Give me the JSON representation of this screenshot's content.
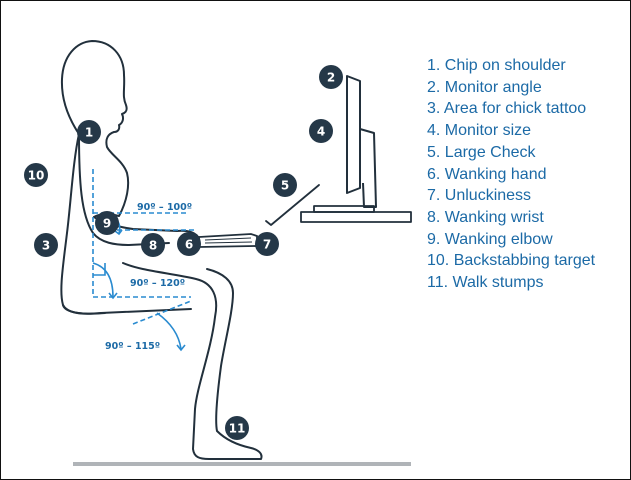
{
  "legend": [
    "1. Chip on shoulder",
    "2. Monitor angle",
    "3. Area for chick tattoo",
    "4. Monitor size",
    "5. Large Check",
    "6. Wanking hand",
    "7. Unluckiness",
    "8. Wanking wrist",
    "9. Wanking elbow",
    "10.  Backstabbing target",
    "11. Walk stumps"
  ],
  "badges": [
    "1",
    "2",
    "3",
    "4",
    "5",
    "6",
    "7",
    "8",
    "9",
    "10",
    "11"
  ],
  "angles": {
    "elbow": "90º – 100º",
    "hip": "90º – 120º",
    "knee": "90º – 115º"
  },
  "colors": {
    "badge": "#253848",
    "legend_text": "#1c6aa6",
    "guide_lines": "#2a8bd0",
    "outline": "#22303c"
  }
}
